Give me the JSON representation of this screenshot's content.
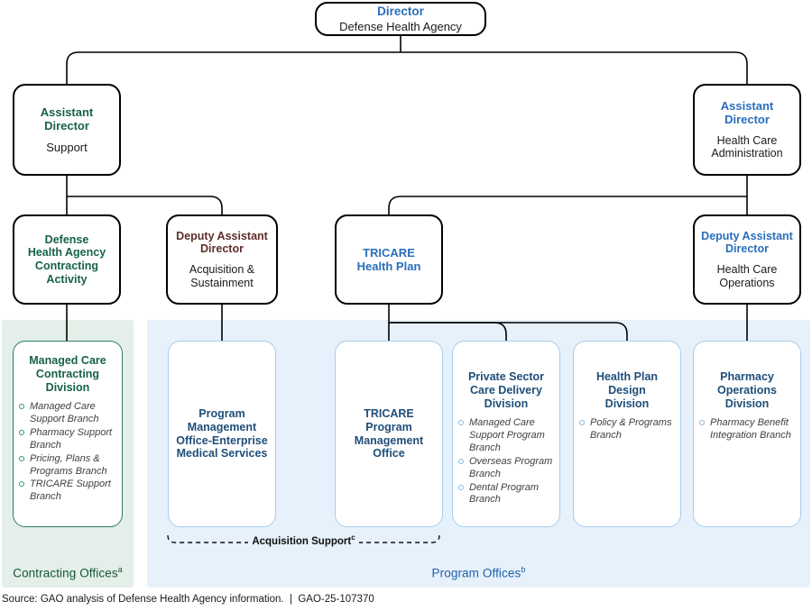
{
  "chart_data": {
    "type": "diagram",
    "title": "Defense Health Agency organizational chart",
    "orientation": "top-down org chart"
  },
  "nodes": {
    "director": {
      "title": "Director",
      "subtitle": "Defense Health Agency"
    },
    "asst_support": {
      "title_line1": "Assistant",
      "title_line2": "Director",
      "subtitle": "Support"
    },
    "asst_hca": {
      "title_line1": "Assistant",
      "title_line2": "Director",
      "subtitle_line1": "Health Care",
      "subtitle_line2": "Administration"
    },
    "dhaca": {
      "line1": "Defense",
      "line2": "Health Agency",
      "line3": "Contracting",
      "line4": "Activity"
    },
    "dad_acq": {
      "title_line1": "Deputy Assistant",
      "title_line2": "Director",
      "subtitle_line1": "Acquisition &",
      "subtitle_line2": "Sustainment"
    },
    "tricare_hp": {
      "line1": "TRICARE",
      "line2": "Health Plan"
    },
    "dad_hco": {
      "title_line1": "Deputy Assistant",
      "title_line2": "Director",
      "subtitle_line1": "Health Care",
      "subtitle_line2": "Operations"
    },
    "mccd": {
      "title_line1": "Managed Care",
      "title_line2": "Contracting",
      "title_line3": "Division",
      "branches": [
        "Managed Care Support Branch",
        "Pharmacy Support Branch",
        "Pricing, Plans & Programs Branch",
        "TRICARE Support Branch"
      ]
    },
    "pmo_ems": {
      "title_line1": "Program",
      "title_line2": "Management",
      "title_line3": "Office-Enterprise",
      "title_line4": "Medical Services",
      "branches": []
    },
    "tricare_pmo": {
      "title_line1": "TRICARE",
      "title_line2": "Program",
      "title_line3": "Management",
      "title_line4": "Office",
      "branches": []
    },
    "pscdd": {
      "title_line1": "Private Sector",
      "title_line2": "Care Delivery",
      "title_line3": "Division",
      "branches": [
        "Managed Care Support Program Branch",
        "Overseas Program Branch",
        "Dental Program Branch"
      ]
    },
    "hpdd": {
      "title_line1": "Health Plan",
      "title_line2": "Design",
      "title_line3": "Division",
      "branches": [
        "Policy & Programs Branch"
      ]
    },
    "pod": {
      "title_line1": "Pharmacy",
      "title_line2": "Operations",
      "title_line3": "Division",
      "branches": [
        "Pharmacy Benefit Integration Branch"
      ]
    }
  },
  "panels": {
    "contracting_label": "Contracting Offices",
    "contracting_footnote": "a",
    "program_label": "Program Offices",
    "program_footnote": "b"
  },
  "annotations": {
    "acquisition_support": "Acquisition Support",
    "acquisition_support_footnote": "c"
  },
  "footer": {
    "source": "Source: GAO analysis of Defense Health Agency information.  |  GAO-25-107370"
  },
  "colors": {
    "blue": "#2a6ebb",
    "green": "#16624a",
    "navy": "#1f4e79",
    "maroon": "#5c2e2a",
    "panel_green_bg": "#e3efe8",
    "panel_blue_bg": "#e7f1fb",
    "bullet_teal": "#2e9488",
    "bullet_blue": "#8ab9e0"
  }
}
